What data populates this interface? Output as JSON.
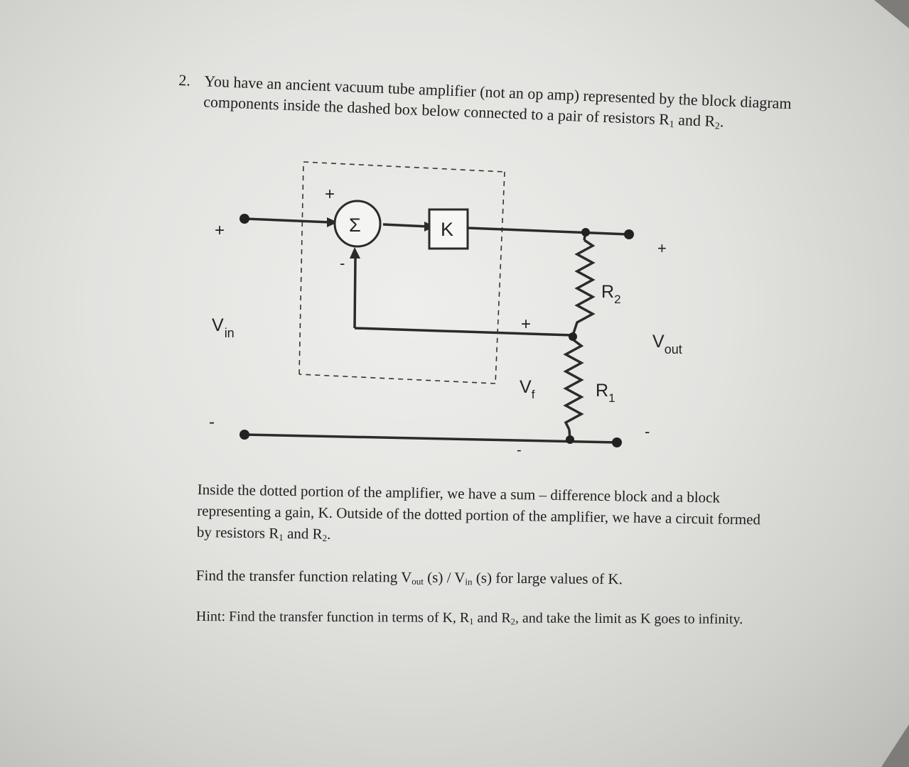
{
  "question": {
    "number": "2.",
    "text_main": "You have an ancient vacuum tube amplifier (not an op amp) represented by the block diagram components inside the dashed box below connected to a pair of resistors R",
    "sub1": "1",
    "text_and": " and R",
    "sub2": "2",
    "text_end": "."
  },
  "diagram": {
    "sum_symbol": "Σ",
    "sum_plus": "+",
    "sum_minus": "-",
    "gain_label": "K",
    "vin_plus": "+",
    "vin_minus": "-",
    "vin_label": "V",
    "vin_sub": "in",
    "vout_plus": "+",
    "vout_minus": "-",
    "vout_label": "V",
    "vout_sub": "out",
    "vf_plus": "+",
    "vf_minus": "-",
    "vf_label": "V",
    "vf_sub": "f",
    "r2_label": "R",
    "r2_sub": "2",
    "r1_label": "R",
    "r1_sub": "1"
  },
  "description": {
    "p1": "Inside the dotted portion of the amplifier, we have a sum – difference block and a block representing a gain, K. Outside of the dotted portion of the amplifier, we have a circuit formed by resistors R",
    "s1": "1",
    "p2": " and R",
    "s2": "2",
    "p3": "."
  },
  "find": {
    "p1": "Find the transfer function relating V",
    "s1": "out",
    "p2": " (s) / V",
    "s2": "in",
    "p3": " (s) for large values of K."
  },
  "hint": {
    "p1": "Hint: Find the transfer function in terms of K, R",
    "s1": "1",
    "p2": " and R",
    "s2": "2",
    "p3": ", and take the limit as K goes to infinity."
  }
}
